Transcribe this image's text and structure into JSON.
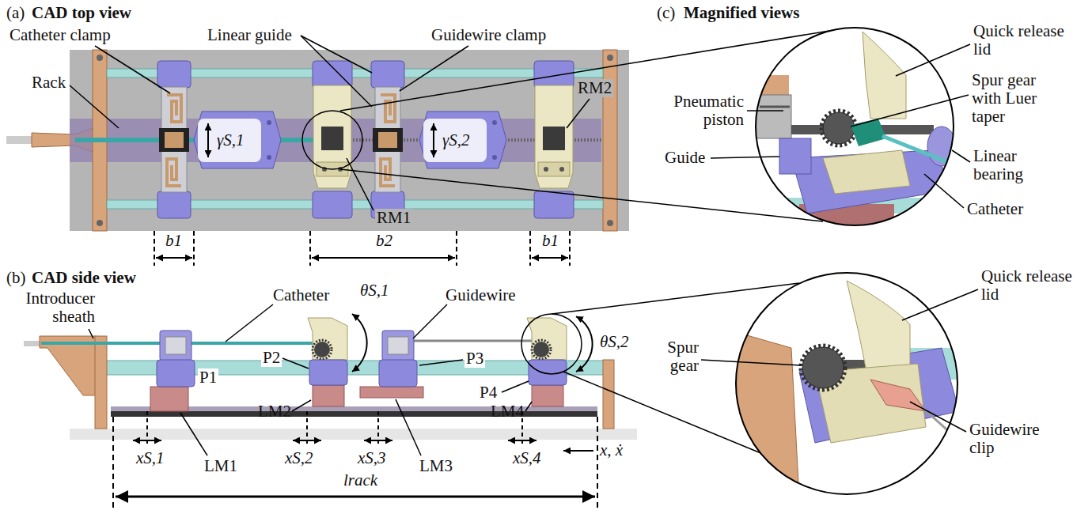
{
  "diagram": {
    "labels": [
      "(a)",
      "CAD top view",
      "Catheter clamp",
      "Linear guide",
      "Guidewire clamp",
      "Rack",
      "γS,1",
      "γS,2",
      "RM2",
      "RM1",
      "b1",
      "b2",
      "b1",
      "(b)",
      "CAD side view",
      "Introducer sheath",
      "Catheter",
      "θS,1",
      "Guidewire",
      "θS,2",
      "P1",
      "P2",
      "P3",
      "P4",
      "LM2",
      "LM4",
      "xS,1",
      "xS,2",
      "xS,3",
      "xS,4",
      "x, ẋ",
      "LM1",
      "LM3",
      "lrack",
      "(c)",
      "Magnified views",
      "Quick release lid",
      "Pneumatic piston",
      "Spur gear with Luer taper",
      "Guide",
      "Linear bearing",
      "Catheter",
      "Quick release lid",
      "Spur gear",
      "Guidewire clip"
    ]
  }
}
